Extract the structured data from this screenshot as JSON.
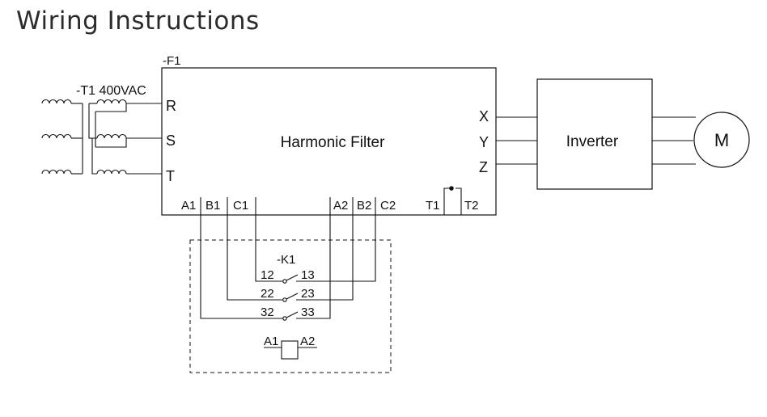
{
  "title": "Wiring Instructions",
  "diagram": {
    "filter_ref": "-F1",
    "transformer_label": "-T1 400VAC",
    "filter_name": "Harmonic Filter",
    "input_terminals": [
      "R",
      "S",
      "T"
    ],
    "output_terminals": [
      "X",
      "Y",
      "Z"
    ],
    "bottom_terminals_left": [
      "A1",
      "B1",
      "C1"
    ],
    "bottom_terminals_right": [
      "A2",
      "B2",
      "C2"
    ],
    "thermal_terminals": [
      "T1",
      "T2"
    ],
    "inverter_name": "Inverter",
    "motor_label": "M",
    "contactor_ref": "-K1",
    "contact_pairs": [
      {
        "left": "12",
        "right": "13"
      },
      {
        "left": "22",
        "right": "23"
      },
      {
        "left": "32",
        "right": "33"
      }
    ],
    "coil_terminals": {
      "left": "A1",
      "right": "A2"
    }
  },
  "colors": {
    "line": "#111111",
    "text": "#111111",
    "title": "#2b2b2b"
  }
}
